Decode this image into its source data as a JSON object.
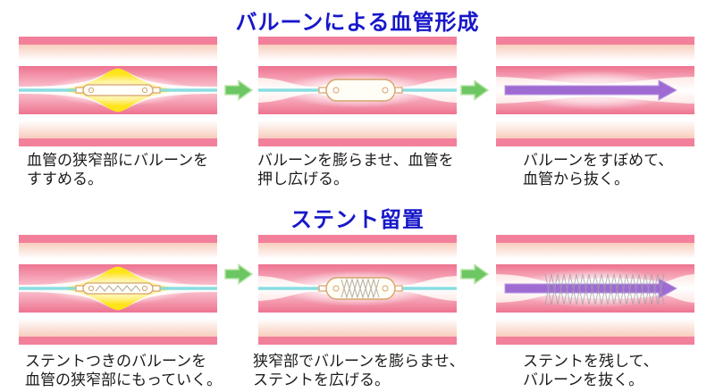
{
  "page": {
    "background": "#ffffff"
  },
  "sections": [
    {
      "id": "balloon-angioplasty",
      "title": "バルーンによる血管形成",
      "panels": [
        {
          "illustration": "vessel-stenosis-with-deflated-balloon",
          "caption": [
            "血管の狭窄部にバルーンを",
            "すすめる。"
          ]
        },
        {
          "illustration": "vessel-with-inflated-balloon",
          "caption": [
            "バルーンを膨らませ、血管を",
            "押し広げる。"
          ]
        },
        {
          "illustration": "vessel-opened-blood-flow",
          "caption": [
            "バルーンをすぼめて、",
            "血管から抜く。"
          ]
        }
      ]
    },
    {
      "id": "stent-placement",
      "title": "ステント留置",
      "panels": [
        {
          "illustration": "vessel-stenosis-with-stent-balloon",
          "caption": [
            "ステントつきのバルーンを",
            "血管の狭窄部にもっていく。"
          ]
        },
        {
          "illustration": "vessel-with-inflated-stent-balloon",
          "caption": [
            "狭窄部でバルーンを膨らませ、",
            "ステントを広げる。"
          ]
        },
        {
          "illustration": "vessel-with-deployed-stent-flow",
          "caption": [
            "ステントを残して、",
            "バルーンを抜く。"
          ]
        }
      ]
    }
  ],
  "icons": {
    "step_arrow": "green-right-block-arrow",
    "flow_arrow": "purple-right-flow-arrow",
    "guidewire": "cyan-guidewire-line",
    "balloon": "balloon-catheter",
    "stent": "gray-stent-mesh",
    "plaque": "yellow-plaque"
  },
  "colors": {
    "title_text": "#1717c9",
    "caption_text": "#1b1b1b",
    "vessel_outer_strip": "#f2809b",
    "vessel_wall_pink": "#ee7390",
    "plaque_yellow": "#ffe418",
    "guidewire_cyan": "#57cbd1",
    "balloon_outline_tan": "#d8a26b",
    "step_arrow_green": "#6cc763",
    "flow_arrow_purple": "#9e6bd2",
    "stent_mesh_gray": "#a3a3ab"
  }
}
